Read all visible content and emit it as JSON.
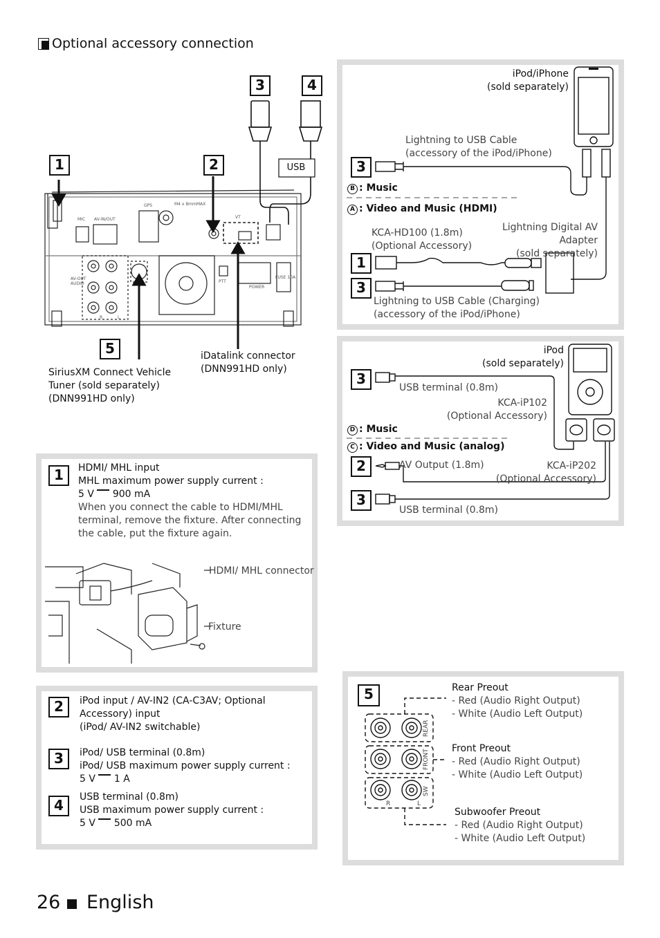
{
  "section": {
    "title": "Optional accessory connection"
  },
  "callouts": {
    "n1": "1",
    "n2": "2",
    "n3": "3",
    "n4": "4",
    "n5": "5"
  },
  "main_diagram": {
    "usb_label": "USB",
    "unit_labels": {
      "gps": "GPS",
      "m4": "M4 x 8mmMAX",
      "mic": "MIC",
      "av_in_out": "AV-IN/OUT",
      "av_out": "AV-OUT",
      "audio": "AUDIO",
      "vt": "VT",
      "ptt": "PTT",
      "power": "POWER",
      "fuse": "FUSE 10A",
      "r": "R",
      "l": "L"
    },
    "siriusxm": [
      "SiriusXM Connect Vehicle",
      "Tuner (sold separately)",
      "(DNN991HD only)"
    ],
    "idatalink": [
      "iDatalink connector",
      "(DNN991HD only)"
    ]
  },
  "ipad_panel": {
    "iphone": [
      "iPod/iPhone",
      "(sold separately)"
    ],
    "lightning_usb": [
      "Lightning to USB Cable",
      "(accessory of the iPod/iPhone)"
    ],
    "music_letter": "B",
    "music": ": Music",
    "video_letter": "A",
    "video": ": Video and Music (HDMI)",
    "kca_hd100": [
      "KCA-HD100 (1.8m)",
      "(Optional Accessory)"
    ],
    "lightning_av": [
      "Lightning Digital AV",
      "Adapter",
      "(sold separately)"
    ],
    "lightning_charging": [
      "Lightning to USB Cable (Charging)",
      "(accessory of the iPod/iPhone)"
    ]
  },
  "ipod_panel": {
    "ipod": [
      "iPod",
      "(sold separately)"
    ],
    "usb_terminal_top": "USB terminal (0.8m)",
    "kca_ip102": [
      "KCA-iP102",
      "(Optional Accessory)"
    ],
    "music_letter": "D",
    "music": ": Music",
    "video_letter": "C",
    "video": ": Video and Music (analog)",
    "av_output": "AV Output (1.8m)",
    "kca_ip202": [
      "KCA-iP202",
      "(Optional Accessory)"
    ],
    "usb_terminal_bottom": "USB terminal (0.8m)"
  },
  "hdmi_panel": {
    "lines": [
      "HDMI/ MHL input",
      "MHL maximum power supply current :",
      "5 V",
      "900 mA"
    ],
    "note": "When you connect the cable to HDMI/MHL terminal, remove the fixture. After connecting the cable, put the fixture again.",
    "hdmi_connector": "HDMI/ MHL connector",
    "fixture": "Fixture"
  },
  "usb_panel": {
    "item2": [
      "iPod input / AV-IN2 (CA-C3AV; Optional",
      "Accessory) input",
      "(iPod/ AV-IN2 switchable)"
    ],
    "item3": [
      "iPod/ USB terminal (0.8m)",
      "iPod/ USB maximum power supply current :",
      "5 V",
      "1 A"
    ],
    "item4": [
      "USB terminal (0.8m)",
      "USB maximum power supply current :",
      "5 V",
      "500 mA"
    ]
  },
  "preout_panel": {
    "rear": [
      "Rear Preout",
      "- Red (Audio Right Output)",
      "- White (Audio Left Output)"
    ],
    "front": [
      "Front Preout",
      "- Red (Audio Right Output)",
      "- White (Audio Left Output)"
    ],
    "sub": [
      "Subwoofer Preout",
      "- Red (Audio Right Output)",
      "- White (Audio Left Output)"
    ],
    "jack_labels": {
      "rear": "REAR",
      "front": "FRONT",
      "sw": "SW",
      "r": "R",
      "l": "L"
    }
  },
  "footer": {
    "page_number": "26",
    "language": "English"
  }
}
